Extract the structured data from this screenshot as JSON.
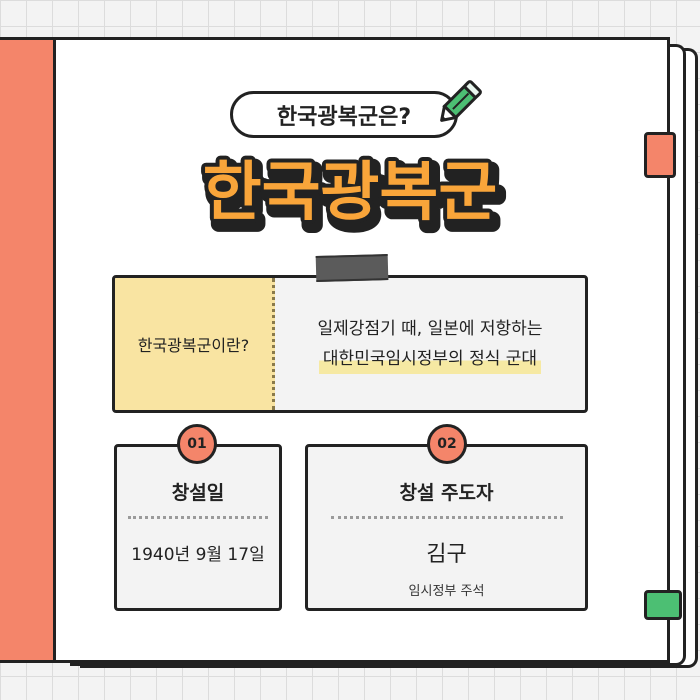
{
  "header": {
    "pill_text": "한국광복군은?",
    "main_title": "한국광복군"
  },
  "definition": {
    "label": "한국광복군이란?",
    "line1": "일제강점기 때, 일본에 저항하는",
    "line2": "대한민국임시정부의 정식 군대"
  },
  "cards": [
    {
      "number": "01",
      "title": "창설일",
      "value": "1940년 9월 17일"
    },
    {
      "number": "02",
      "title": "창설 주도자",
      "name": "김구",
      "sub": "임시정부 주석"
    }
  ],
  "colors": {
    "cover": "#f4856a",
    "title_fill": "#f9a53a",
    "highlight": "#f6e9a3",
    "label_bg": "#f9e4a2",
    "tab_red": "#f4856a",
    "tab_green": "#4cbf73"
  }
}
